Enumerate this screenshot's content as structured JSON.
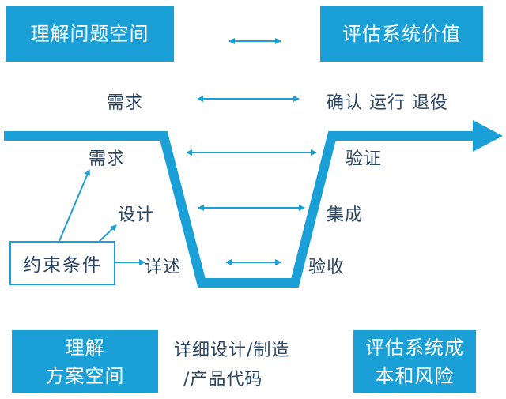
{
  "top_boxes": {
    "left": "理解问题空间",
    "right": "评估系统价值"
  },
  "top_row": {
    "left": "需求",
    "right": "确认 运行 退役"
  },
  "left_side": {
    "req": "需求",
    "design": "设计",
    "detail": "详述"
  },
  "right_side": {
    "verify": "验证",
    "integrate": "集成",
    "accept": "验收"
  },
  "constraints": "约束条件",
  "bottom_boxes": {
    "left_line1": "理解",
    "left_line2": "方案空间",
    "right_line1": "评估系统成",
    "right_line2": "本和风险"
  },
  "bottom_center": {
    "line1": "详细设计/制造",
    "line2": "/产品代码"
  },
  "colors": {
    "accent": "#1a9fd6",
    "text": "#2b4663"
  }
}
